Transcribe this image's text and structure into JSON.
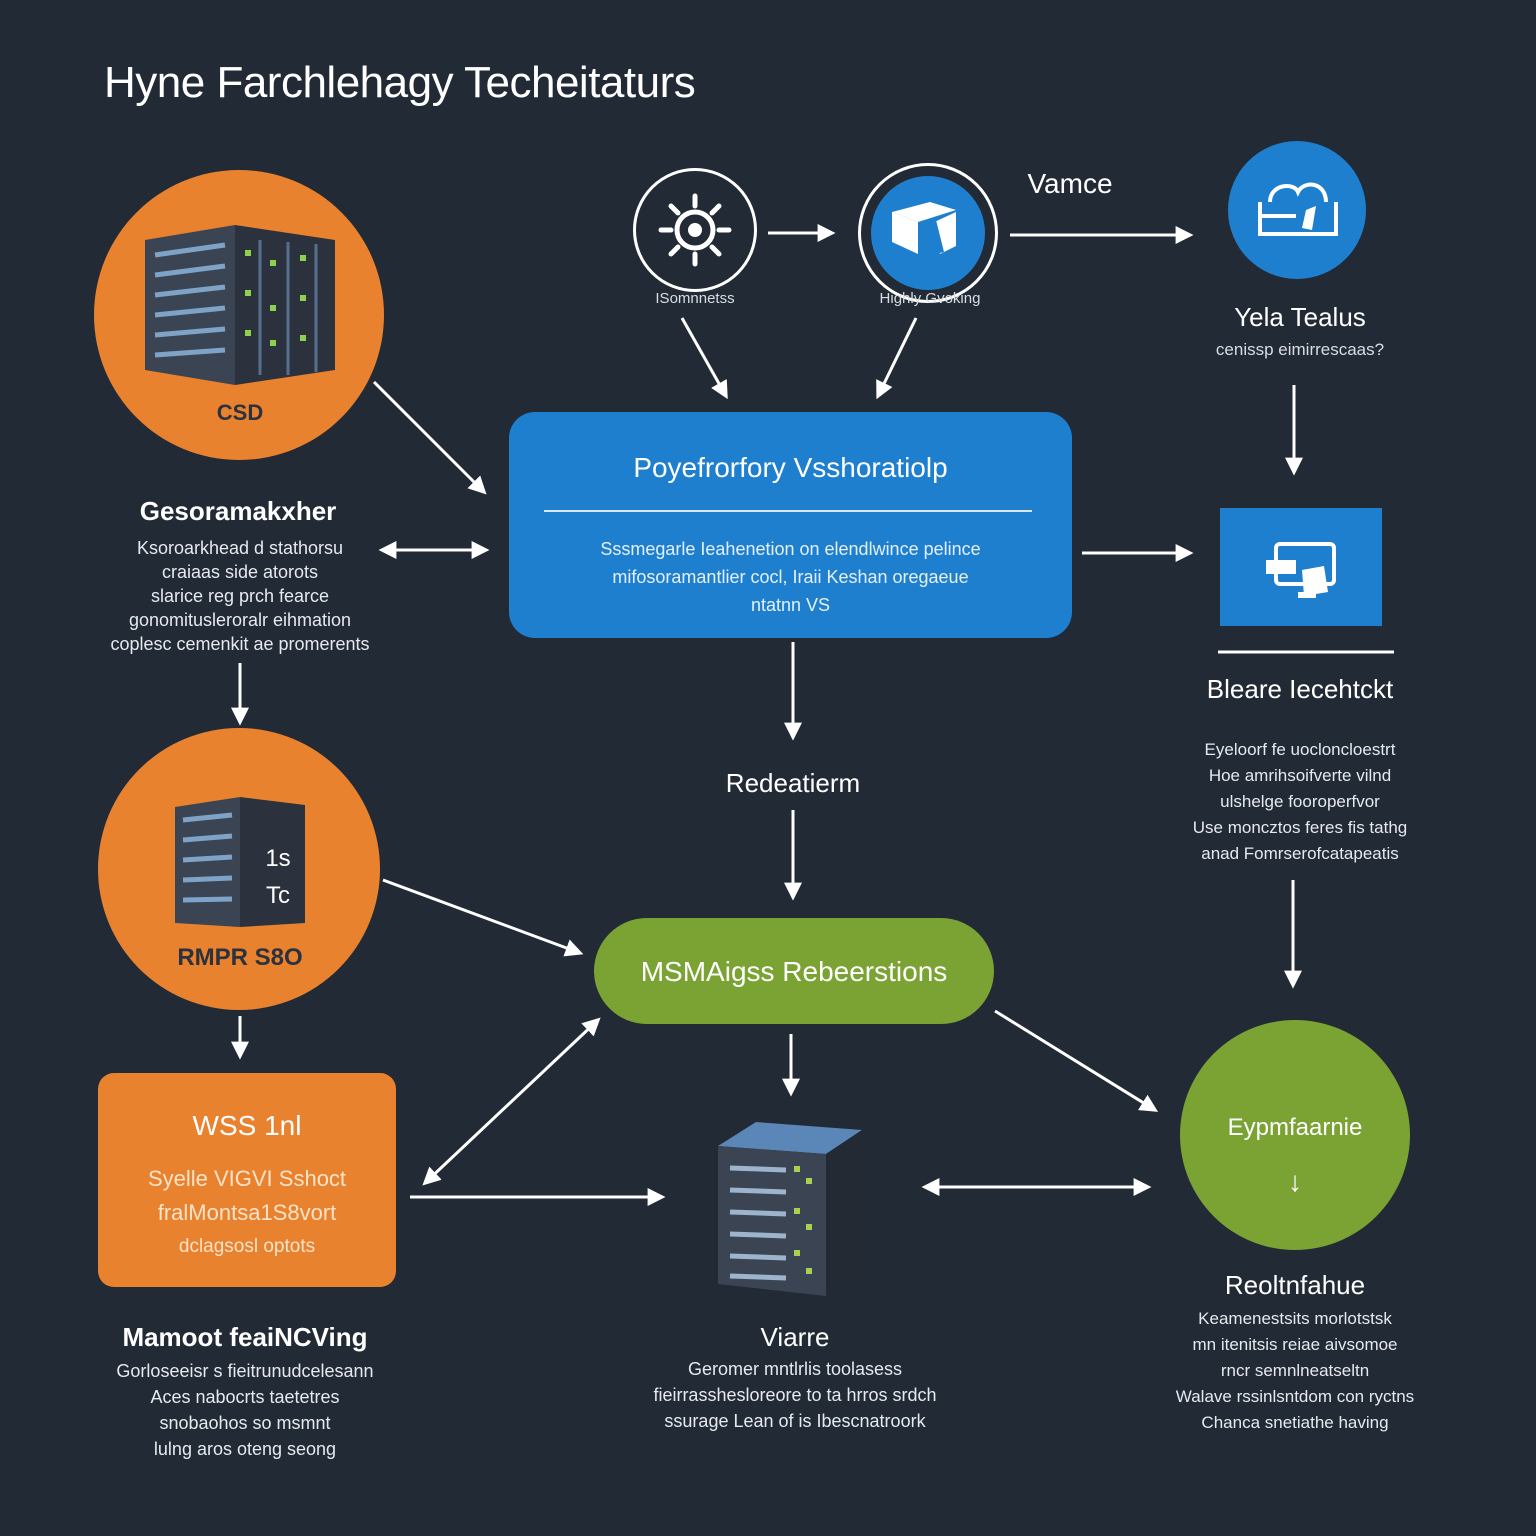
{
  "title": "Hyne Farchlehagy Techeitaturs",
  "nodes": {
    "top_left": {
      "badge": "CSD",
      "label": "Gesoramakxher",
      "desc": [
        "Ksoroarkhead d stathorsu",
        "craiaas side atorots",
        "slarice reg prch fearce",
        "gonomitusleroralr eihmation",
        "coplesc cemenkit ae promerents"
      ]
    },
    "mid_left": {
      "side": [
        "1s",
        "Tc"
      ],
      "badge": "RMPR S8O"
    },
    "bottom_left": {
      "title": "WSS 1nl",
      "lines": [
        "Syelle  VIGVI Sshoct",
        "fralMontsa1S8vort",
        "dclagsosl optots"
      ],
      "label": "Mamoot feaiNCVing",
      "desc": [
        "Gorloseeisr s fieitrunudcelesann",
        "Aces nabocrts taetetres",
        "snobaohos so msmnt",
        "lulng aros oteng seong"
      ]
    },
    "gear": {
      "label": "ISomnnetss"
    },
    "box": {
      "label": "Highly Gvoking"
    },
    "vamce": {
      "label": "Vamce"
    },
    "cloud": {
      "label": "Yela Tealus",
      "sub": "cenissp eimirrescaas?"
    },
    "center_box": {
      "title": "Poyefrorfory Vsshoratiolp",
      "desc": [
        "Sssmegarle Ieahenetion on elendlwince pelince",
        "mifosoramantlier cocl, Iraii Keshan oregaeue",
        "ntatnn VS"
      ]
    },
    "redeatierm": {
      "label": "Redeatierm"
    },
    "monitor": {
      "label": "Bleare Iecehtckt",
      "desc": [
        "Eyeloorf fe uocloncloestrt",
        "Hoe amrihsoifverte vilnd",
        "ulshelge fooroperfvor",
        "Use moncztos feres fis tathg",
        "anad Fomrserofcatapeatis"
      ]
    },
    "pill": {
      "label": "MSMAigss Rebeerstions"
    },
    "server_bottom": {
      "label": "Viarre",
      "desc": [
        "Geromer mntlrlis toolasess",
        "fieirrasshesloreore to ta hrros srdch",
        "ssurage Lean of is Ibescnatroork"
      ]
    },
    "green_circle": {
      "title": "Eypmfaarnie",
      "glyph": "↓",
      "label": "Reoltnfahue",
      "desc": [
        "Keamenestsits morlotstsk",
        "mn itenitsis reiae aivsomoe",
        "rncr semnlneatseltn",
        "Walave rssinlsntdom con ryctns",
        "Chanca snetiathe having"
      ]
    }
  }
}
